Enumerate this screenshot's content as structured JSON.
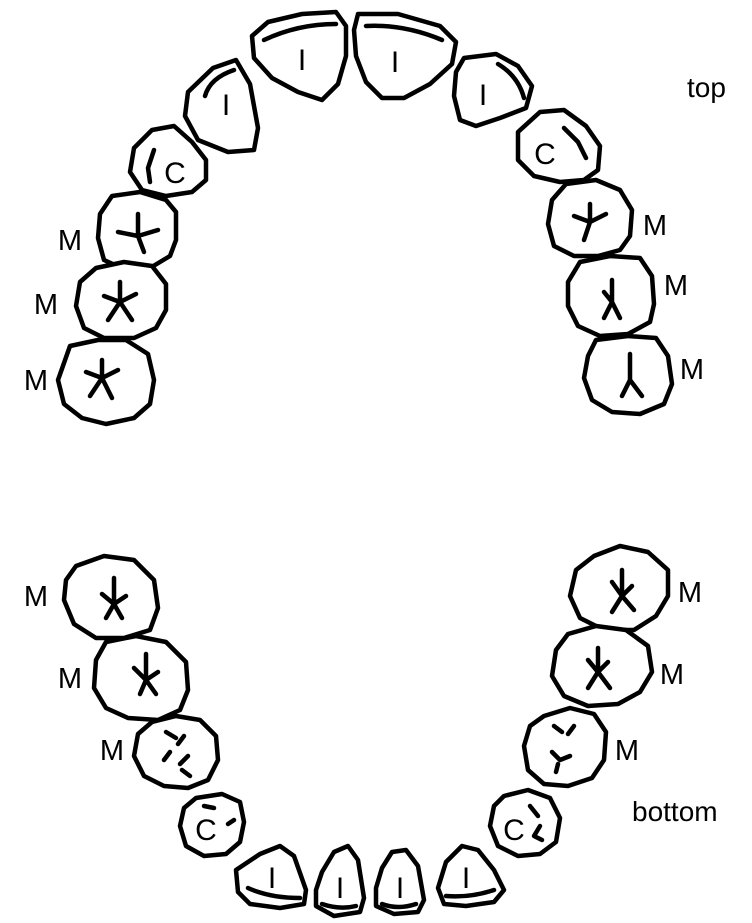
{
  "labels": {
    "top": "top",
    "bottom": "bottom",
    "incisor": "I",
    "canine": "C",
    "molar": "M"
  },
  "upper_jaw": {
    "incisors": [
      "I",
      "I",
      "I",
      "I"
    ],
    "canines": [
      "C",
      "C"
    ],
    "molars_left": [
      "M",
      "M",
      "M"
    ],
    "molars_right": [
      "M",
      "M",
      "M"
    ]
  },
  "lower_jaw": {
    "incisors": [
      "I",
      "I",
      "I",
      "I"
    ],
    "canines": [
      "C",
      "C"
    ],
    "molars_left": [
      "M",
      "M",
      "M"
    ],
    "molars_right": [
      "M",
      "M",
      "M"
    ]
  }
}
